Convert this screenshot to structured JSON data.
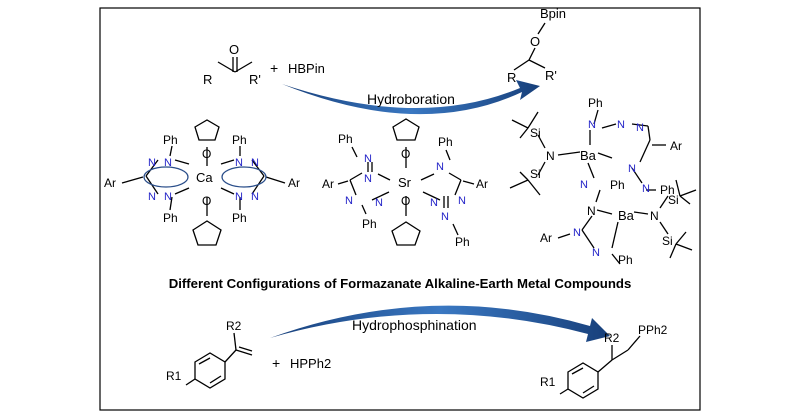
{
  "title": "Different Configurations of Formazanate Alkaline-Earth Metal Compounds",
  "hydroboration": {
    "label": "Hydroboration",
    "reagent": "HBPin",
    "plus": "+",
    "product_group": "Bpin",
    "o": "O",
    "r": "R",
    "rp": "R'"
  },
  "hydrophosphination": {
    "label": "Hydrophosphination",
    "reagent": "HPPh2",
    "plus": "+",
    "product_group": "PPh2",
    "r1": "R1",
    "r2": "R2"
  },
  "atoms": {
    "ca": "Ca",
    "sr": "Sr",
    "ba": "Ba",
    "n": "N",
    "o": "O",
    "ph": "Ph",
    "ar": "Ar",
    "si": "Si"
  },
  "colors": {
    "arrow": "#2a5fa0",
    "nitrogen": "#2323c8",
    "text": "#000000",
    "frame": "#000000"
  }
}
